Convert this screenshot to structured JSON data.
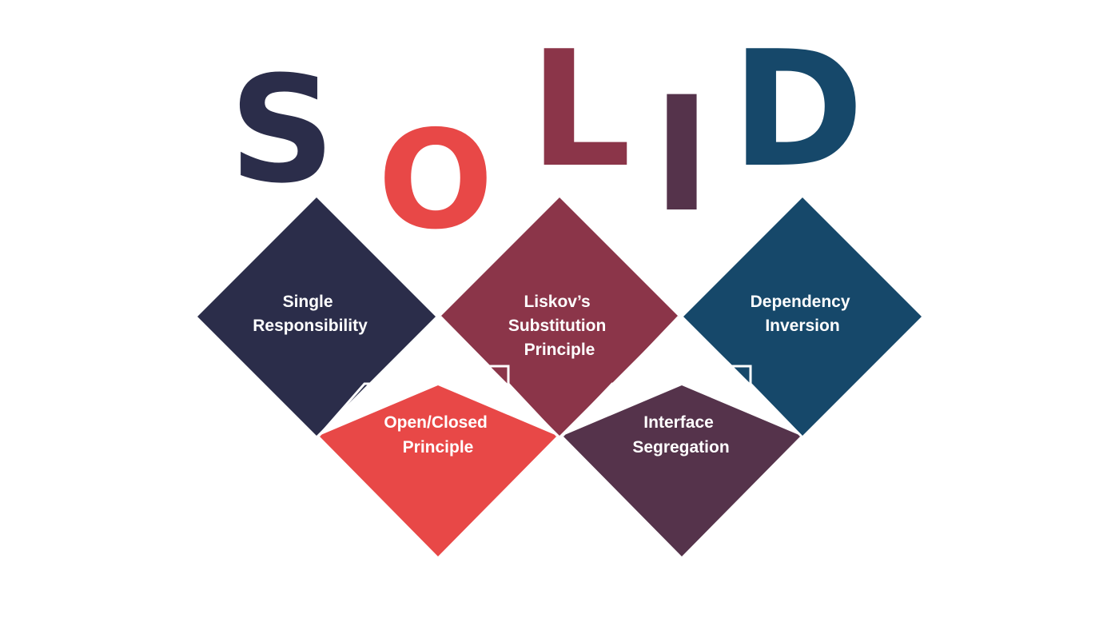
{
  "letters": [
    {
      "char": "S",
      "color": "#2b2d4a"
    },
    {
      "char": "O",
      "color": "#e84847"
    },
    {
      "char": "L",
      "color": "#8b3549"
    },
    {
      "char": "I",
      "color": "#55334b"
    },
    {
      "char": "D",
      "color": "#16486a"
    }
  ],
  "principles": [
    {
      "lines": [
        "Single",
        "Responsibility"
      ],
      "color": "#2b2d4a"
    },
    {
      "lines": [
        "Open/Closed",
        "Principle"
      ],
      "color": "#e84847"
    },
    {
      "lines": [
        "Liskov’s",
        "Substitution",
        "Principle"
      ],
      "color": "#8b3549"
    },
    {
      "lines": [
        "Interface",
        "Segregation"
      ],
      "color": "#55334b"
    },
    {
      "lines": [
        "Dependency",
        "Inversion"
      ],
      "color": "#16486a"
    }
  ]
}
